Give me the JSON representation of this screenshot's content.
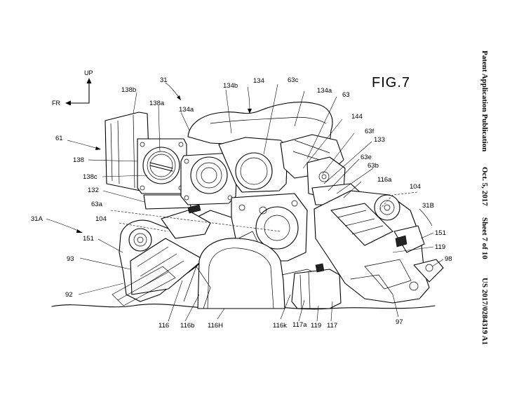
{
  "figure": {
    "title": "FIG.7"
  },
  "header": {
    "publication": "Patent Application Publication",
    "date": "Oct. 5, 2017",
    "sheet": "Sheet 7 of 10",
    "number": "US 2017/0284319 A1"
  },
  "directions": {
    "up": "UP",
    "front": "FR"
  },
  "labels": {
    "l31": "31",
    "l134": "134",
    "l134b": "134b",
    "l134a_top": "134a",
    "l134a_left": "134a",
    "l138b": "138b",
    "l138a": "138a",
    "l61": "61",
    "l138": "138",
    "l138c": "138c",
    "l132": "132",
    "l63a": "63a",
    "l104_left": "104",
    "l31A": "31A",
    "l151_left": "151",
    "l93": "93",
    "l92": "92",
    "l116": "116",
    "l116b": "116b",
    "l116H": "116H",
    "l116k": "116k",
    "l117a": "117a",
    "l119_bottom": "119",
    "l117": "117",
    "l97": "97",
    "l98": "98",
    "l119_right": "119",
    "l151_right": "151",
    "l31B": "31B",
    "l104_right": "104",
    "l116a": "116a",
    "l63b": "63b",
    "l63e": "63e",
    "l133": "133",
    "l63f": "63f",
    "l144": "144",
    "l63": "63",
    "l63c": "63c"
  }
}
